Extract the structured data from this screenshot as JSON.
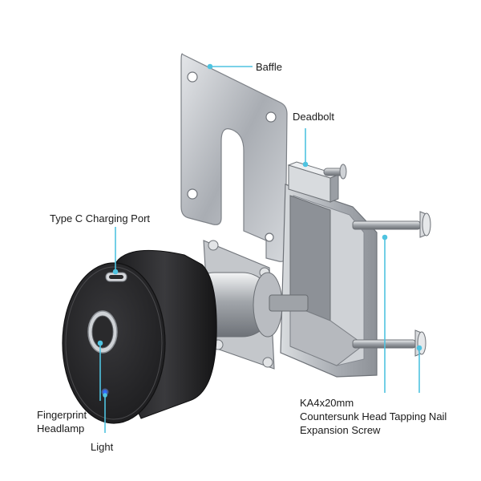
{
  "labels": {
    "baffle": "Baffle",
    "deadbolt": "Deadbolt",
    "charging_port": "Type C Charging Port",
    "fingerprint_line1": "Fingerprint",
    "fingerprint_line2": "Headlamp",
    "light": "Light",
    "screw_line1": "KA4x20mm",
    "screw_line2": "Countersunk Head Tapping Nail",
    "screw_line3": "Expansion Screw"
  },
  "colors": {
    "leader_line": "#4fc3e0",
    "lock_body": "#2b2b2d",
    "metal": "#b8bcc2",
    "indicator_light": "#2e6bff"
  },
  "icons": {
    "fingerprint_sensor": "fingerprint-ring-icon",
    "type_c_port": "usb-c-port-icon",
    "indicator": "blue-led-icon"
  }
}
